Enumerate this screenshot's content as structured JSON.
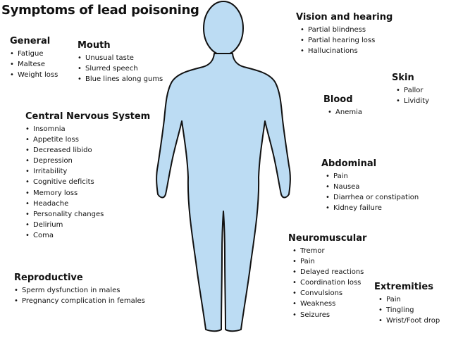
{
  "title": "Symptoms of lead poisoning",
  "groups": {
    "general": {
      "title": "General",
      "items": [
        "Fatigue",
        "Maltese",
        "Weight loss"
      ]
    },
    "mouth": {
      "title": "Mouth",
      "items": [
        "Unusual taste",
        "Slurred speech",
        "Blue lines along gums"
      ]
    },
    "cns": {
      "title": "Central Nervous System",
      "items": [
        "Insomnia",
        "Appetite loss",
        "Decreased libido",
        "Depression",
        "Irritability",
        "Cognitive deficits",
        "Memory loss",
        "Headache",
        "Personality changes",
        "Delirium",
        "Coma"
      ]
    },
    "reproductive": {
      "title": "Reproductive",
      "items": [
        "Sperm dysfunction in males",
        "Pregnancy complication in females"
      ]
    },
    "vision": {
      "title": "Vision and hearing",
      "items": [
        "Partial blindness",
        "Partial hearing loss",
        "Hallucinations"
      ]
    },
    "skin": {
      "title": "Skin",
      "items": [
        "Pallor",
        "Lividity"
      ]
    },
    "blood": {
      "title": "Blood",
      "items": [
        "Anemia"
      ]
    },
    "abdominal": {
      "title": "Abdominal",
      "items": [
        "Pain",
        "Nausea",
        "Diarrhea or constipation",
        "Kidney failure"
      ]
    },
    "neuromuscular": {
      "title": "Neuromuscular",
      "items": [
        "Tremor",
        "Pain",
        "Delayed reactions",
        "Coordination loss",
        "Convulsions",
        "Weakness",
        "Seizures"
      ]
    },
    "extremities": {
      "title": "Extremities",
      "items": [
        "Pain",
        "Tingling",
        "Wrist/Foot drop"
      ]
    }
  },
  "colors": {
    "body_fill": "#bcdcf3",
    "body_outline": "#111111",
    "text": "#111111"
  }
}
